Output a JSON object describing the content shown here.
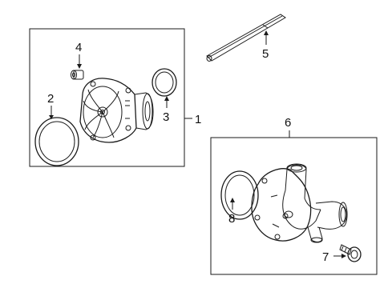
{
  "diagram": {
    "callouts": {
      "c1": "1",
      "c2": "2",
      "c3": "3",
      "c4": "4",
      "c5": "5",
      "c6": "6",
      "c7": "7",
      "c8": "8"
    },
    "parts": [
      {
        "callout": "1",
        "name": "water-pump-assembly"
      },
      {
        "callout": "2",
        "name": "pump-gasket-large"
      },
      {
        "callout": "3",
        "name": "o-ring-small"
      },
      {
        "callout": "4",
        "name": "pulley-bushing"
      },
      {
        "callout": "5",
        "name": "drive-shaft"
      },
      {
        "callout": "6",
        "name": "thermostat-housing"
      },
      {
        "callout": "7",
        "name": "bolt"
      },
      {
        "callout": "8",
        "name": "housing-gasket"
      }
    ]
  }
}
